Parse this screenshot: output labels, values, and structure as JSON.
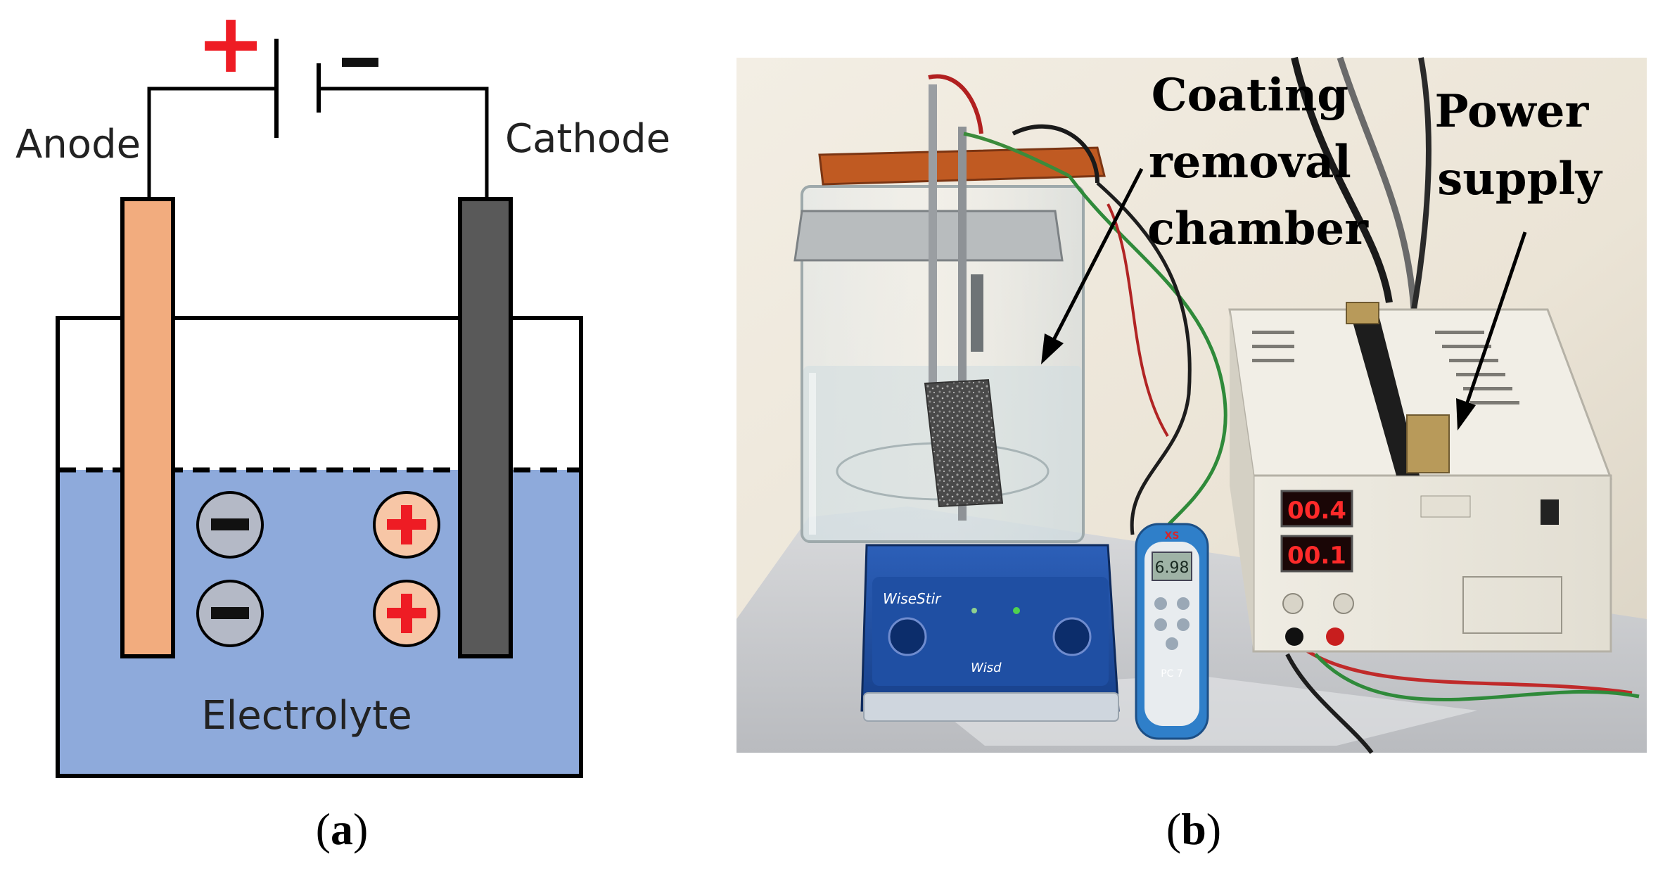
{
  "colors": {
    "plus_red": "#ee1c24",
    "minus_black": "#111111",
    "anode_fill": "#f2ac7e",
    "cathode_fill": "#595959",
    "electrolyte_fill": "#8eaadb",
    "anion_fill": "#b4b9c6",
    "cation_fill": "#f7c6a6",
    "photo_wall": "#efe9dc",
    "annotation_text": "#000000"
  },
  "panel_a": {
    "battery_plus": "+",
    "battery_minus": "-",
    "anode_label": "Anode",
    "cathode_label": "Cathode",
    "electrolyte_label": "Electrolyte",
    "anion_symbol": "−",
    "cation_symbol": "+",
    "caption_open": "(",
    "caption_letter": "a",
    "caption_close": ")"
  },
  "panel_b": {
    "chamber_label_lines": [
      "Coating",
      "removal",
      "chamber"
    ],
    "power_label_lines": [
      "Power",
      "supply"
    ],
    "display_voltage": "00.4",
    "display_current": "00.1",
    "ph_reading": "6.98",
    "stirrer_brand": "WiseStir",
    "stirrer_brand_lower": "Wisd",
    "ph_meter_brand": "XS",
    "ph_meter_model": "PC 7",
    "caption_open": "(",
    "caption_letter": "b",
    "caption_close": ")"
  }
}
